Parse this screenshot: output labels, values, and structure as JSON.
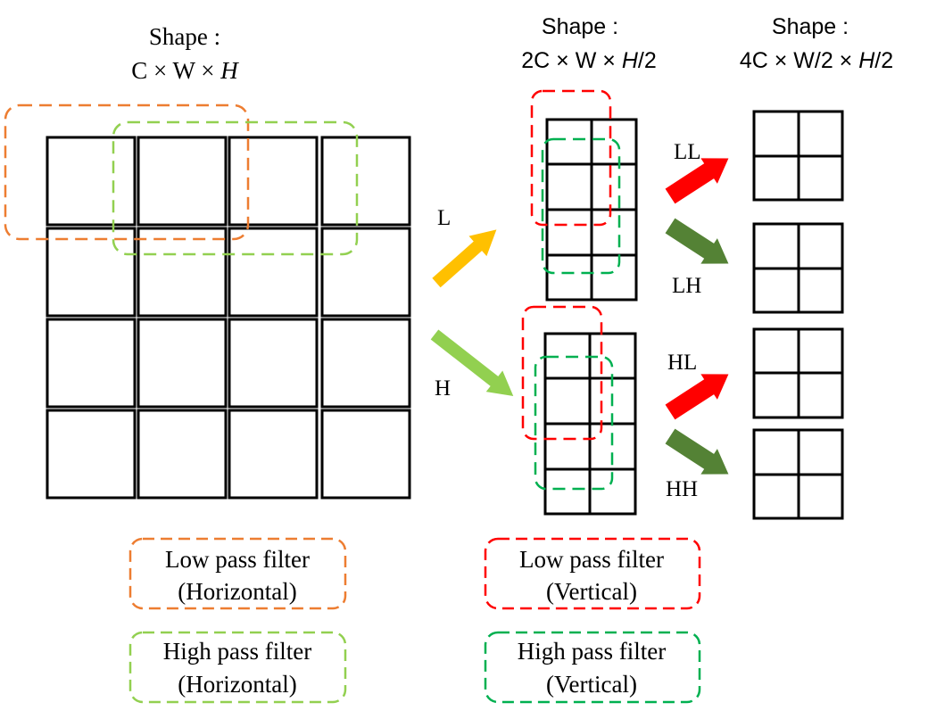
{
  "headers": {
    "input": {
      "line1": "Shape :",
      "line2_prefix": "C × W × ",
      "line2_italic": "H"
    },
    "level1": {
      "line1": "Shape :",
      "line2_prefix": "2C × W × ",
      "line2_italic": "H",
      "line2_suffix": "/2"
    },
    "level2": {
      "line1": "Shape :",
      "line2_prefix": "4C × W/2 × ",
      "line2_italic": "H",
      "line2_suffix": "/2"
    }
  },
  "branch_labels": {
    "low": "L",
    "high": "H"
  },
  "subband_labels": {
    "ll": "LL",
    "lh": "LH",
    "hl": "HL",
    "hh": "HH"
  },
  "legend": {
    "low_h": {
      "line1": "Low pass filter",
      "line2": "(Horizontal)"
    },
    "high_h": {
      "line1": "High pass filter",
      "line2": "(Horizontal)"
    },
    "low_v": {
      "line1": "Low pass filter",
      "line2": "(Vertical)"
    },
    "high_v": {
      "line1": "High pass filter",
      "line2": "(Vertical)"
    }
  },
  "colors": {
    "low_horizontal": "#ED7D31",
    "high_horizontal": "#92D050",
    "low_vertical": "#FF0000",
    "high_vertical": "#00B050",
    "arrow_low": "#FFC000",
    "arrow_high": "#92D050",
    "arrow_l_sub": "#FF0000",
    "arrow_h_sub": "#548235",
    "grid": "#000000"
  }
}
